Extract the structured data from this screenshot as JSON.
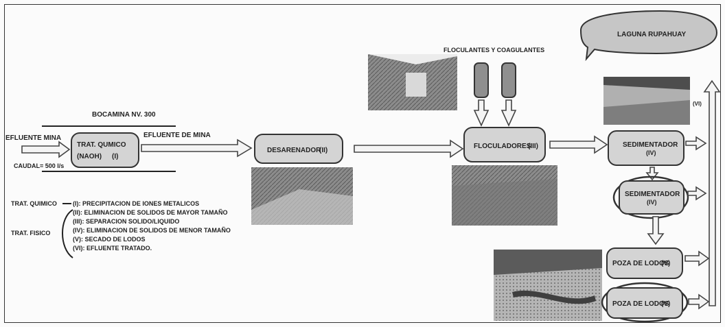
{
  "labels": {
    "bocamina": "BOCAMINA NV. 300",
    "efluente_mina": "EFLUENTE MINA",
    "caudal": "CAUDAL= 500 l/s",
    "efluente_de_mina": "EFLUENTE DE MINA",
    "floculantes": "FLOCULANTES Y COAGULANTES",
    "laguna": "LAGUNA RUPAHUAY",
    "vi_tag": "(VI)"
  },
  "boxes": {
    "trat_quimico_line1": "TRAT. QUMICO",
    "trat_quimico_line2": "(NAOH)",
    "trat_quimico_num": "(I)",
    "desarenador": "DESARENADOR",
    "desarenador_num": "(II)",
    "floculadores": "FLOCULADORES",
    "floculadores_num": "(III)",
    "sedimentador1": "SEDIMENTADOR",
    "sedimentador1_num": "(IV)",
    "sedimentador2": "SEDIMENTADOR",
    "sedimentador2_num": "(IV)",
    "poza1": "POZA DE LODOS",
    "poza1_num": "(V)",
    "poza2": "POZA DE LODOS",
    "poza2_num": "(V)"
  },
  "legend": {
    "trat_quimico": "TRAT. QUIMICO",
    "trat_fisico": "TRAT. FISICO",
    "items": [
      "(I): PRECIPITACION DE IONES METALICOS",
      "(II): ELIMINACION DE SOLIDOS DE MAYOR TAMAÑO",
      "(III): SEPARACION SOLIDO/LIQUIDO",
      "(IV): ELIMINACION DE SOLIDOS DE MENOR TAMAÑO",
      "(V): SECADO DE LODOS",
      "(VI): EFLUENTE TRATADO."
    ]
  }
}
